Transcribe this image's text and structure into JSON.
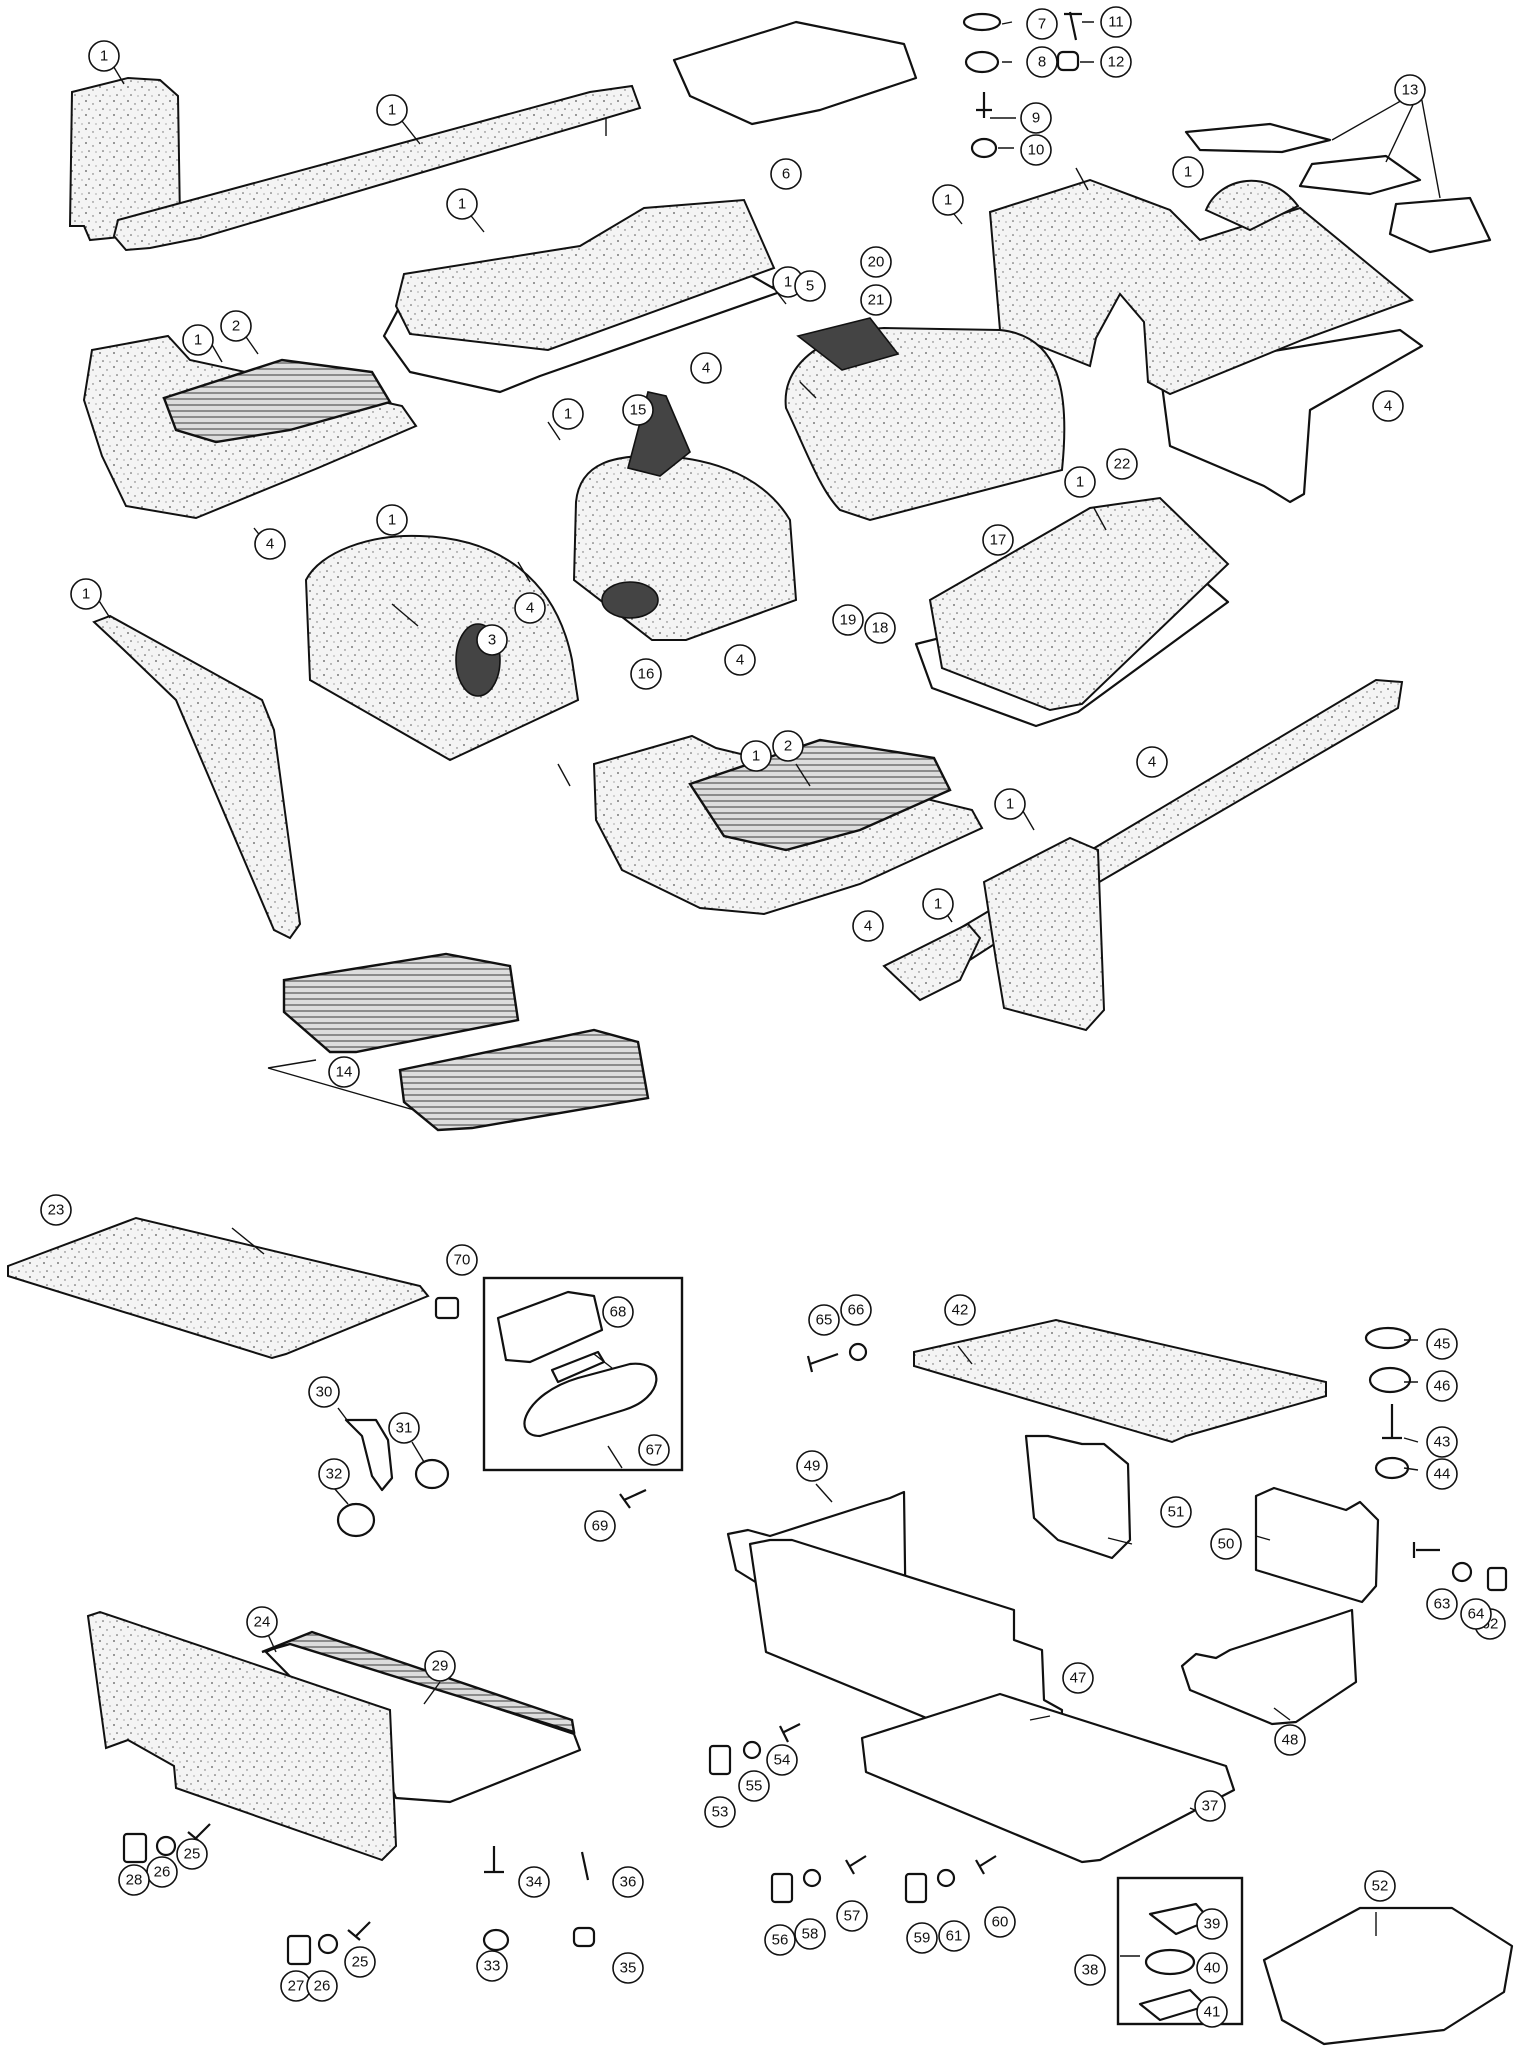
{
  "diagram": {
    "labels": [
      "1",
      "2",
      "3",
      "4",
      "5",
      "6",
      "7",
      "8",
      "9",
      "10",
      "11",
      "12",
      "13",
      "14",
      "15",
      "16",
      "17",
      "18",
      "19",
      "20",
      "21",
      "22",
      "23",
      "24",
      "25",
      "26",
      "27",
      "28",
      "29",
      "30",
      "31",
      "32",
      "33",
      "34",
      "35",
      "36",
      "37",
      "38",
      "39",
      "40",
      "41",
      "42",
      "43",
      "44",
      "45",
      "46",
      "47",
      "48",
      "49",
      "50",
      "51",
      "52",
      "53",
      "54",
      "55",
      "56",
      "57",
      "58",
      "59",
      "60",
      "61",
      "62",
      "63",
      "64",
      "65",
      "66",
      "67",
      "68",
      "69",
      "70"
    ]
  }
}
